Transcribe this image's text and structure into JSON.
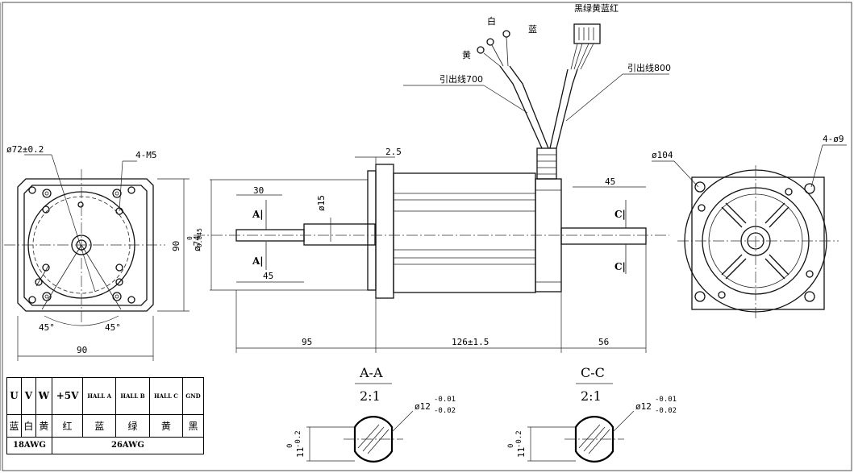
{
  "left_view": {
    "callout_dia": "ø72±0.2",
    "callout_thread": "4-M5",
    "angle_left": "45°",
    "angle_right": "45°",
    "width_dim": "90",
    "height_dim": "90"
  },
  "side_view": {
    "shaft_len_top": "30",
    "flange_thk": "2.5",
    "shaft_dia": "ø15",
    "pilot_dia": "ø74",
    "pilot_tol_upper": "0",
    "pilot_tol_lower": "-0.045",
    "shaft_len_bottom": "45",
    "front_len": "95",
    "body_len": "126±1.5",
    "rear_len": "56",
    "rear_shaft_len": "45",
    "section_a_top": "A|",
    "section_a_bot": "A|",
    "section_c_top": "C|",
    "section_c_bot": "C|"
  },
  "cables": {
    "lead_power": "引出线700",
    "lead_hall": "引出线800",
    "color_white": "白",
    "color_blue": "蓝",
    "color_yellow": "黄",
    "connector_colors": "黑绿黄蓝红"
  },
  "right_view": {
    "callout_dia": "ø104",
    "callout_holes": "4-ø9"
  },
  "section_a": {
    "title": "A-A",
    "scale": "2:1",
    "dia": "ø12",
    "dia_upper": "-0.01",
    "dia_lower": "-0.02",
    "flat": "11",
    "flat_upper": "0",
    "flat_lower": "-0.2"
  },
  "section_c": {
    "title": "C-C",
    "scale": "2:1",
    "dia": "ø12",
    "dia_upper": "-0.01",
    "dia_lower": "-0.02",
    "flat": "11",
    "flat_upper": "0",
    "flat_lower": "-0.2"
  },
  "wiring_table": {
    "headers": [
      "U",
      "V",
      "W",
      "+5V",
      "HALL A",
      "HALL B",
      "HALL C",
      "GND"
    ],
    "colors": [
      "蓝",
      "白",
      "黄",
      "红",
      "蓝",
      "绿",
      "黄",
      "黑"
    ],
    "gauge_power": "18AWG",
    "gauge_signal": "26AWG"
  }
}
